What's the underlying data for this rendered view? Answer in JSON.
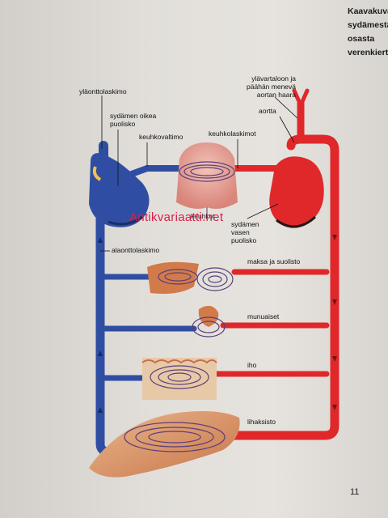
{
  "caption": {
    "lines": [
      "Kaavakuva",
      "sydämestä j",
      "osasta",
      "verenkierto"
    ]
  },
  "page_number": "11",
  "watermark": "Antikvariaatti.net",
  "labels": {
    "vena_cava_superior": "yläonttolaskimo",
    "right_half_line1": "sydämen oikea",
    "right_half_line2": "puolisko",
    "pulmonary_artery": "keuhkovaltimo",
    "pulmonary_veins": "keuhkolaskimot",
    "aorta_branch_line1": "ylävartaloon ja",
    "aorta_branch_line2": "päähän menevä",
    "aorta_branch_line3": "aortan haara",
    "aorta": "aortta",
    "lungs": "keuhkot",
    "left_half_line1": "sydämen",
    "left_half_line2": "vasen",
    "left_half_line3": "puolisko",
    "vena_cava_inferior": "alaonttolaskimo",
    "liver_gut": "maksa ja suolisto",
    "kidneys": "munuaiset",
    "skin": "iho",
    "muscles": "lihaksisto"
  },
  "colors": {
    "venous_blue": "#2f4ea3",
    "arterial_red": "#e0282b",
    "heart_dark_red": "#b51d22",
    "capillary_purple": "#5a3f78",
    "lung_pink": "#e9a39a",
    "organ_orange": "#d27a4a",
    "muscle_orange": "#e29a6a"
  }
}
